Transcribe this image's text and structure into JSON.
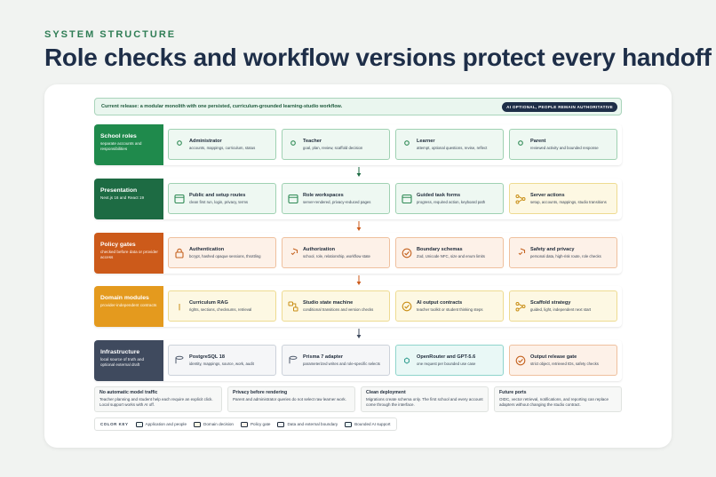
{
  "eyebrow": "SYSTEM STRUCTURE",
  "headline": "Role checks and workflow versions protect every handoff",
  "banner": {
    "text": "Current release: a modular monolith with one persisted, curriculum-grounded learning-studio workflow.",
    "badge": "AI OPTIONAL, PEOPLE REMAIN AUTHORITATIVE"
  },
  "colors": {
    "school": "#1f8a4c",
    "presentation": "#1d6b43",
    "policy": "#cc5a1a",
    "domain": "#e49a1e",
    "infra": "#3f4a5e",
    "icon_green": "#2f8a55",
    "icon_orange": "#c4621f",
    "icon_yellow": "#c98e16",
    "icon_gray": "#4e5a6c",
    "icon_teal": "#2a9a8c"
  },
  "layers": [
    {
      "title": "School roles",
      "subtitle": "separate accounts and responsibilities",
      "tiles": [
        {
          "title": "Administrator",
          "subtitle": "accounts, mappings, curriculum, status",
          "kind": "green",
          "icon": "person-icon"
        },
        {
          "title": "Teacher",
          "subtitle": "goal, plan, review, scaffold decision",
          "kind": "green",
          "icon": "person-icon"
        },
        {
          "title": "Learner",
          "subtitle": "attempt, optional questions, revise, reflect",
          "kind": "green",
          "icon": "person-icon"
        },
        {
          "title": "Parent",
          "subtitle": "reviewed activity and bounded response",
          "kind": "green",
          "icon": "person-icon"
        }
      ]
    },
    {
      "title": "Presentation",
      "subtitle": "Next.js 16 and React 19",
      "tiles": [
        {
          "title": "Public and setup routes",
          "subtitle": "clean first run, login, privacy, terms",
          "kind": "green",
          "icon": "window-icon"
        },
        {
          "title": "Role workspaces",
          "subtitle": "server-rendered, privacy-reduced pages",
          "kind": "green",
          "icon": "window-icon"
        },
        {
          "title": "Guided task forms",
          "subtitle": "progress, required action, keyboard path",
          "kind": "green",
          "icon": "window-icon"
        },
        {
          "title": "Server actions",
          "subtitle": "setup, accounts, mappings, studio transitions",
          "kind": "yellow",
          "icon": "flow-icon"
        }
      ]
    },
    {
      "title": "Policy gates",
      "subtitle": "checked before data or provider access",
      "tiles": [
        {
          "title": "Authentication",
          "subtitle": "bcrypt, hashed opaque sessions, throttling",
          "kind": "orange",
          "icon": "lock-icon"
        },
        {
          "title": "Authorization",
          "subtitle": "school, role, relationship, workflow state",
          "kind": "orange",
          "icon": "shield-icon"
        },
        {
          "title": "Boundary schemas",
          "subtitle": "Zod, Unicode NFC, size and enum limits",
          "kind": "orange",
          "icon": "check-circle-icon"
        },
        {
          "title": "Safety and privacy",
          "subtitle": "personal data, high-risk route, role checks",
          "kind": "orange",
          "icon": "shield-icon"
        }
      ]
    },
    {
      "title": "Domain modules",
      "subtitle": "provider-independent contracts",
      "tiles": [
        {
          "title": "Curriculum RAG",
          "subtitle": "rights, sections, checksums, retrieval",
          "kind": "yellow",
          "icon": "book-icon"
        },
        {
          "title": "Studio state machine",
          "subtitle": "conditional transitions and version checks",
          "kind": "yellow",
          "icon": "state-icon"
        },
        {
          "title": "AI output contracts",
          "subtitle": "teacher toolkit or student thinking steps",
          "kind": "yellow",
          "icon": "contract-icon"
        },
        {
          "title": "Scaffold strategy",
          "subtitle": "guided, light, independent next start",
          "kind": "yellow",
          "icon": "flow-icon"
        }
      ]
    },
    {
      "title": "Infrastructure",
      "subtitle": "local source of truth and optional external draft",
      "tiles": [
        {
          "title": "PostgreSQL 18",
          "subtitle": "identity, mappings, source, work, audit",
          "kind": "gray",
          "icon": "database-icon"
        },
        {
          "title": "Prisma 7 adapter",
          "subtitle": "parameterized writes and role-specific selects",
          "kind": "gray",
          "icon": "database-icon"
        },
        {
          "title": "OpenRouter and GPT-5.6",
          "subtitle": "one request per bounded use case",
          "kind": "teal",
          "icon": "openai-icon"
        },
        {
          "title": "Output release gate",
          "subtitle": "strict object, retrieved IDs, safety checks",
          "kind": "orange",
          "icon": "check-circle-icon"
        }
      ]
    }
  ],
  "notes": [
    {
      "title": "No automatic model traffic",
      "body": "Teacher planning and student help each require an explicit click. Local support works with AI off."
    },
    {
      "title": "Privacy before rendering",
      "body": "Parent and administrator queries do not select raw learner work."
    },
    {
      "title": "Clean deployment",
      "body": "Migrations create schema only. The first school and every account come through the interface."
    },
    {
      "title": "Future ports",
      "body": "OIDC, vector retrieval, notifications, and reporting can replace adapters without changing the studio contract."
    }
  ],
  "legend": {
    "label": "COLOR KEY",
    "items": [
      {
        "text": "Application and people",
        "kind": "green"
      },
      {
        "text": "Domain decision",
        "kind": "yellow"
      },
      {
        "text": "Policy gate",
        "kind": "orange"
      },
      {
        "text": "Data and external boundary",
        "kind": "gray"
      },
      {
        "text": "Bounded AI support",
        "kind": "teal"
      }
    ]
  }
}
